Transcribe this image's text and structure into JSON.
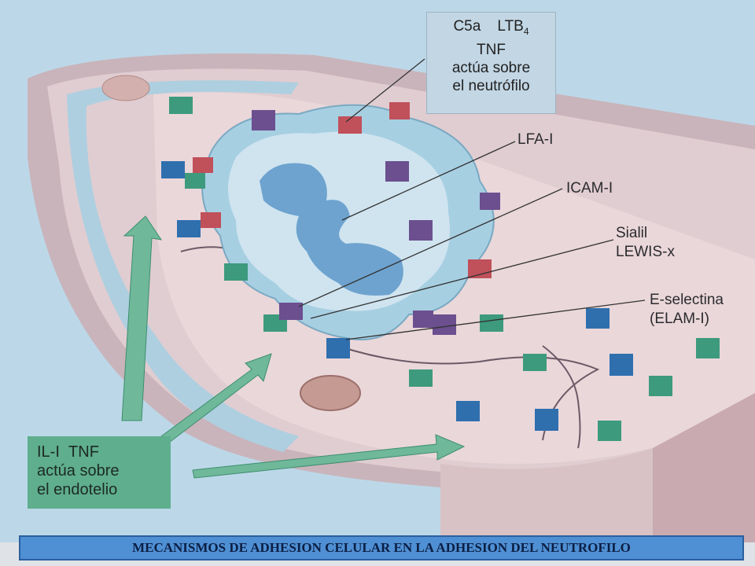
{
  "labels": {
    "top_box": {
      "line1a": "C5a",
      "line1b": "LTB",
      "line1b_sub": "4",
      "line2": "TNF",
      "line3": "actúa sobre",
      "line4": "el neutrófilo"
    },
    "lfa": "LFA-I",
    "icam": "ICAM-I",
    "sialil_1": "Sialil",
    "sialil_2": "LEWIS-x",
    "esel_1": "E-selectina",
    "esel_2": "(ELAM-I)",
    "bottom_box": {
      "line1a": "IL-I",
      "line1b": "TNF",
      "line2": "actúa sobre",
      "line3": "el endotelio"
    }
  },
  "caption": "MECANISMOS DE ADHESION CELULAR EN LA ADHESION DEL NEUTROFILO",
  "colors": {
    "lumen_bg": "#b9d7e6",
    "vessel_wall": "#d8c2c6",
    "vessel_wall_dark": "#c8aab0",
    "neutrophil": "#a9d0e2",
    "nucleus": "#5d98c8",
    "receptor_green": "#3d9a7d",
    "receptor_blue": "#2f6fae",
    "receptor_purple": "#6b4f8f",
    "receptor_red": "#c0505a",
    "arrow_green": "#6fb89a",
    "caption_bg": "#4f8fd3"
  }
}
